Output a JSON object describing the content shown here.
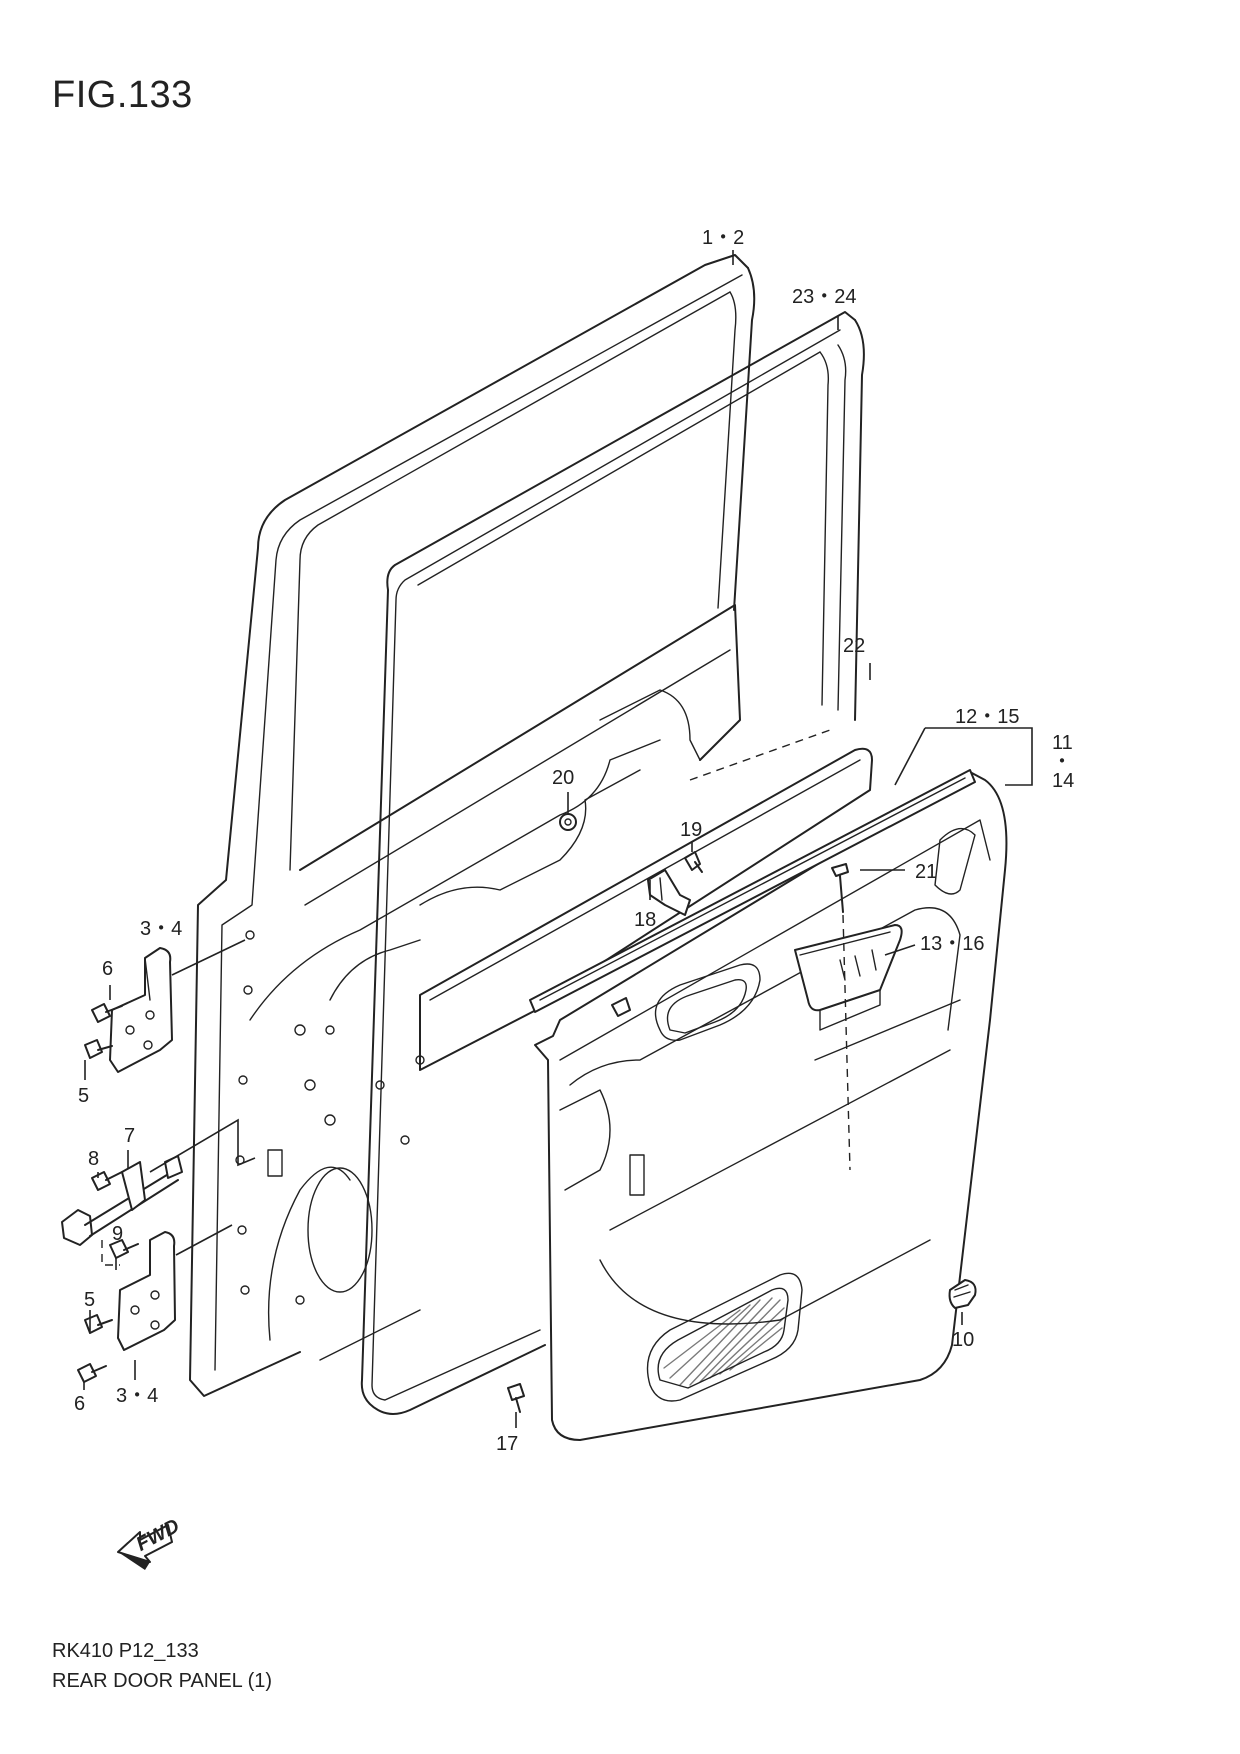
{
  "figure": {
    "title": "FIG.133"
  },
  "footer": {
    "model_code": "RK410 P12_133",
    "caption": "REAR DOOR PANEL (1)"
  },
  "fwd_arrow": {
    "label": "FWD",
    "icon": "fwd-arrow-icon"
  },
  "callouts": [
    {
      "id": "c-1-2",
      "label": "1・2"
    },
    {
      "id": "c-23-24",
      "label": "23・24"
    },
    {
      "id": "c-22",
      "label": "22"
    },
    {
      "id": "c-12-15",
      "label": "12・15"
    },
    {
      "id": "c-11",
      "label": "11"
    },
    {
      "id": "c-dot",
      "label": "・"
    },
    {
      "id": "c-14",
      "label": "14"
    },
    {
      "id": "c-20",
      "label": "20"
    },
    {
      "id": "c-19",
      "label": "19"
    },
    {
      "id": "c-21",
      "label": "21"
    },
    {
      "id": "c-18",
      "label": "18"
    },
    {
      "id": "c-13-16",
      "label": "13・16"
    },
    {
      "id": "c-3-4-top",
      "label": "3・4"
    },
    {
      "id": "c-6-top",
      "label": "6"
    },
    {
      "id": "c-5-top",
      "label": "5"
    },
    {
      "id": "c-7",
      "label": "7"
    },
    {
      "id": "c-8",
      "label": "8"
    },
    {
      "id": "c-9",
      "label": "9"
    },
    {
      "id": "c-5-bot",
      "label": "5"
    },
    {
      "id": "c-6-bot",
      "label": "6"
    },
    {
      "id": "c-3-4-bot",
      "label": "3・4"
    },
    {
      "id": "c-17",
      "label": "17"
    },
    {
      "id": "c-10",
      "label": "10"
    }
  ]
}
